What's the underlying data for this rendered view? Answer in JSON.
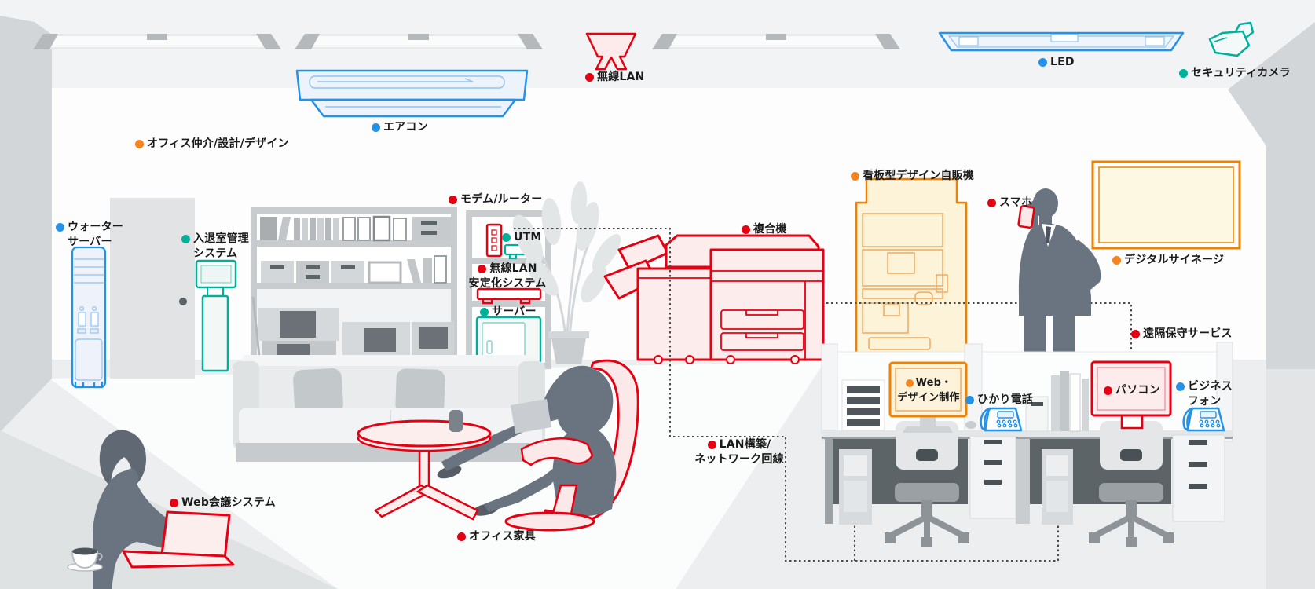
{
  "palette": {
    "red": "#e60012",
    "blue": "#2492e8",
    "teal": "#00b09b",
    "orange": "#f5831f",
    "label_text": "#1a1a1a",
    "dotted_line": "#4a4a4a"
  },
  "labels": {
    "office_design": {
      "text": "オフィス仲介/設計/デザイン",
      "color": "orange"
    },
    "aircon": {
      "text": "エアコン",
      "color": "blue"
    },
    "wireless_lan": {
      "text": "無線LAN",
      "color": "red"
    },
    "led": {
      "text": "LED",
      "color": "blue"
    },
    "security_camera": {
      "text": "セキュリティカメラ",
      "color": "teal"
    },
    "water_server": {
      "line1": "ウォーター",
      "line2": "サーバー",
      "color": "blue"
    },
    "entry_system": {
      "line1": "入退室管理",
      "line2": "システム",
      "color": "teal"
    },
    "modem_router": {
      "text": "モデム/ルーター",
      "color": "red"
    },
    "utm": {
      "text": "UTM",
      "color": "teal"
    },
    "lan_stabilizer": {
      "line1": "無線LAN",
      "line2": "安定化システム",
      "color": "red"
    },
    "server": {
      "text": "サーバー",
      "color": "teal"
    },
    "mfp": {
      "text": "複合機",
      "color": "red"
    },
    "vending": {
      "text": "看板型デザイン自販機",
      "color": "orange"
    },
    "smartphone": {
      "text": "スマホ",
      "color": "red"
    },
    "signage": {
      "text": "デジタルサイネージ",
      "color": "orange"
    },
    "remote_maintenance": {
      "text": "遠隔保守サービス",
      "color": "red"
    },
    "lan_network": {
      "line1": "LAN構築/",
      "line2": "ネットワーク回線",
      "color": "red"
    },
    "web_meeting": {
      "text": "Web会議システム",
      "color": "red"
    },
    "office_furniture": {
      "text": "オフィス家具",
      "color": "red"
    },
    "web_design": {
      "line1": "Web・",
      "line2": "デザイン制作",
      "color": "orange"
    },
    "hikari_phone": {
      "text": "ひかり電話",
      "color": "blue"
    },
    "pc": {
      "text": "パソコン",
      "color": "red"
    },
    "business_phone": {
      "line1": "ビジネス",
      "line2": "フォン",
      "color": "blue"
    }
  }
}
